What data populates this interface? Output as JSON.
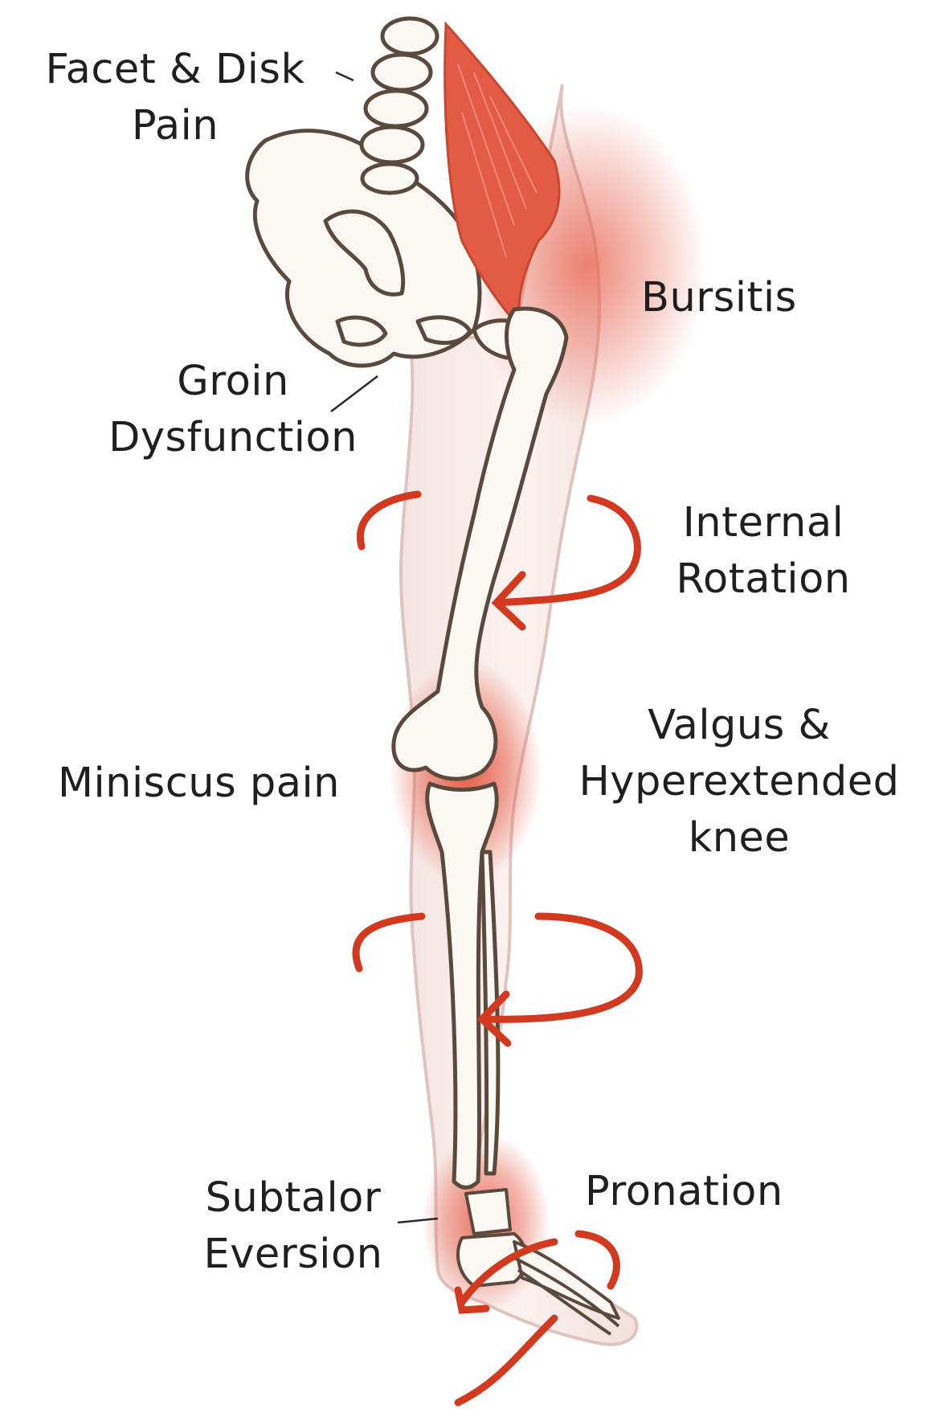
{
  "colors": {
    "bone_fill": "#fbf8f3",
    "bone_outline": "#5a4a3e",
    "muscle": "#e35a45",
    "arrow": "#d2391f",
    "pain_glow": "#e8604c",
    "skin_fill": "#f7e8e5",
    "skin_outline": "#d9b7b1",
    "label_text": "#1f1f1f"
  },
  "labels": {
    "facet_disk": [
      "Facet & Disk",
      "Pain"
    ],
    "bursitis": [
      "Bursitis"
    ],
    "groin": [
      "Groin",
      "Dysfunction"
    ],
    "internal_rotation": [
      "Internal",
      "Rotation"
    ],
    "valgus": [
      "Valgus &",
      "Hyperextended",
      "knee"
    ],
    "miniscus": [
      "Miniscus pain"
    ],
    "pronation": [
      "Pronation"
    ],
    "subtalor": [
      "Subtalor",
      "Eversion"
    ]
  },
  "figure": {
    "subject": "leg-skeleton-illustration",
    "pain_regions": [
      "hip-bursa",
      "knee",
      "ankle"
    ],
    "rotation_arrows": [
      "thigh-internal-rotation",
      "shin-internal-rotation",
      "foot-pronation"
    ]
  }
}
